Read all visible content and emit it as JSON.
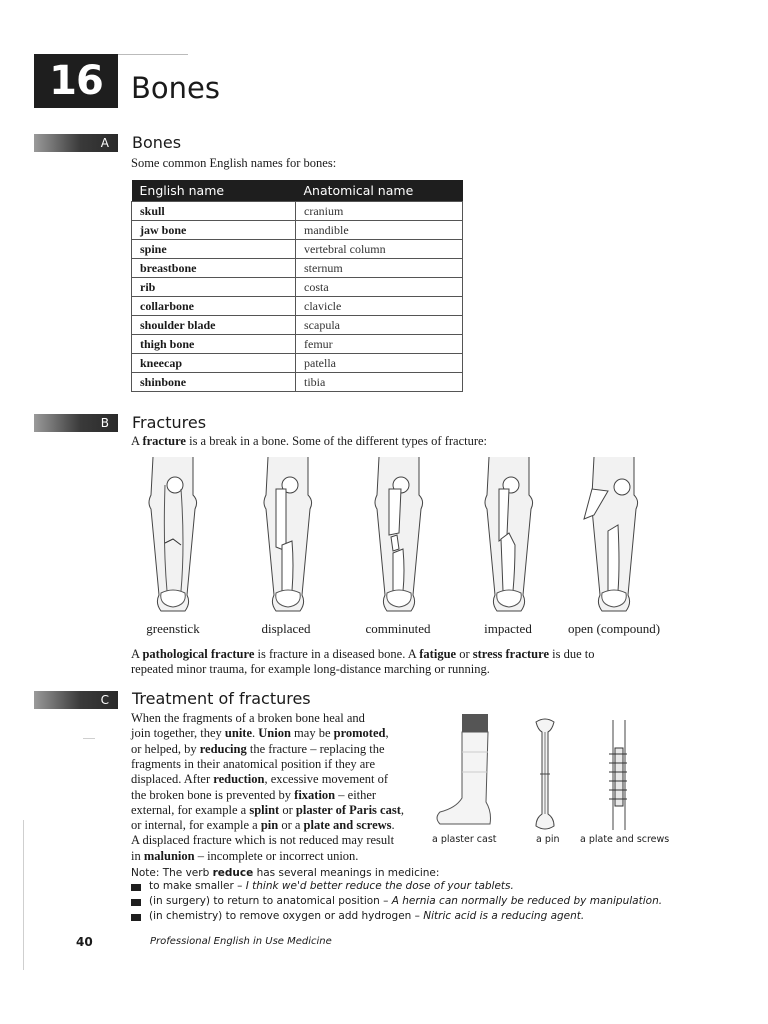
{
  "unit": {
    "number": "16",
    "title": "Bones"
  },
  "sectionA": {
    "tab": "A",
    "title": "Bones",
    "intro": "Some common English names for bones:",
    "table": {
      "headers": [
        "English name",
        "Anatomical name"
      ],
      "rows": [
        [
          "skull",
          "cranium"
        ],
        [
          "jaw bone",
          "mandible"
        ],
        [
          "spine",
          "vertebral column"
        ],
        [
          "breastbone",
          "sternum"
        ],
        [
          "rib",
          "costa"
        ],
        [
          "collarbone",
          "clavicle"
        ],
        [
          "shoulder blade",
          "scapula"
        ],
        [
          "thigh bone",
          "femur"
        ],
        [
          "kneecap",
          "patella"
        ],
        [
          "shinbone",
          "tibia"
        ]
      ]
    }
  },
  "sectionB": {
    "tab": "B",
    "title": "Fractures",
    "intro": [
      "A ",
      "fracture",
      " is a break in a bone. Some of the different types of fracture:"
    ],
    "types": [
      "greenstick",
      "displaced",
      "comminuted",
      "impacted",
      "open (compound)"
    ],
    "para1": [
      "A ",
      "pathological fracture",
      " is fracture in a diseased bone. A ",
      "fatigue",
      " or ",
      "stress fracture",
      " is due to"
    ],
    "para2": "repeated minor trauma, for example long-distance marching or running."
  },
  "sectionC": {
    "tab": "C",
    "title": "Treatment of fractures",
    "lines": [
      [
        "When the fragments of a broken bone heal and"
      ],
      [
        "join together, they ",
        "unite",
        ". ",
        "Union",
        " may be ",
        "promoted",
        ","
      ],
      [
        "or helped, by ",
        "reducing",
        " the fracture – replacing the"
      ],
      [
        "fragments in their anatomical position if they are"
      ],
      [
        "displaced. After ",
        "reduction",
        ", excessive movement of"
      ],
      [
        "the broken bone is prevented by ",
        "fixation",
        " – either"
      ],
      [
        "external, for example a ",
        "splint",
        " or ",
        "plaster of Paris cast",
        ","
      ],
      [
        "or internal, for example a ",
        "pin",
        " or a ",
        "plate and screws",
        "."
      ],
      [
        "A displaced fracture which is not reduced may result"
      ],
      [
        "in ",
        "malunion",
        " – incomplete or incorrect union."
      ]
    ],
    "captions": [
      "a plaster cast",
      "a pin",
      "a plate and screws"
    ],
    "note": [
      "Note: The verb ",
      "reduce",
      " has several meanings in medicine:"
    ],
    "bullets": [
      {
        "text": "to make smaller – ",
        "example": "I think we'd better reduce the dose of your tablets."
      },
      {
        "text": "(in surgery) to return to anatomical position – ",
        "example": "A hernia can normally be reduced by manipulation."
      },
      {
        "text": "(in chemistry) to remove oxygen or add hydrogen – ",
        "example": "Nitric acid is a reducing agent."
      }
    ]
  },
  "footer": {
    "page": "40",
    "book": "Professional English in Use Medicine"
  }
}
